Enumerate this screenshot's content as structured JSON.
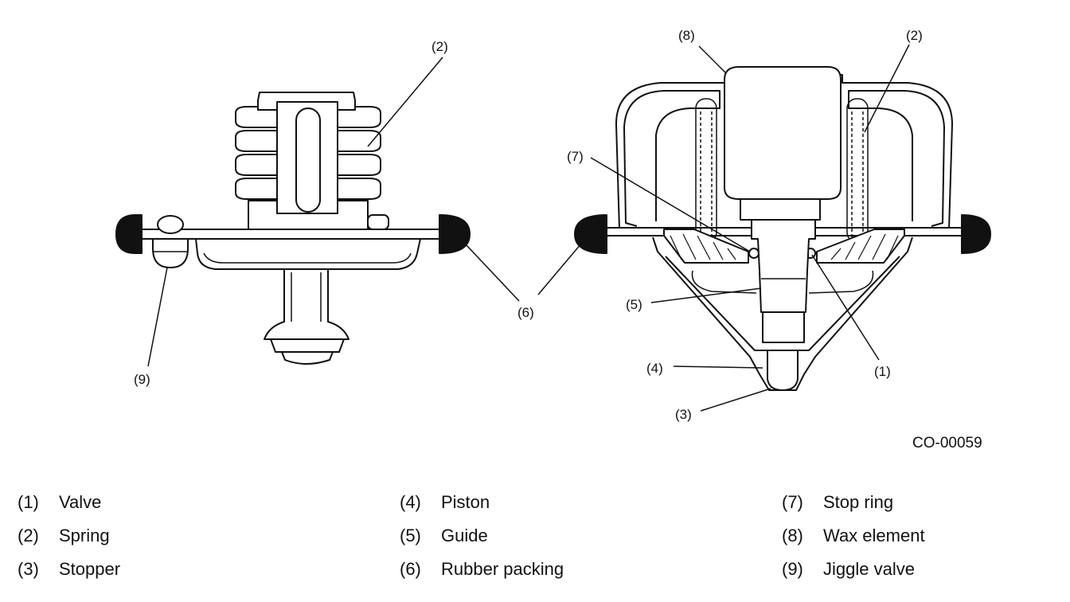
{
  "diagram": {
    "callouts": {
      "left_2": "(2)",
      "left_6": "(6)",
      "left_9": "(9)",
      "right_8": "(8)",
      "right_2": "(2)",
      "right_7": "(7)",
      "right_5": "(5)",
      "right_1": "(1)",
      "right_4": "(4)",
      "right_3": "(3)"
    },
    "figure_code": "CO-00059"
  },
  "legend": {
    "columns": [
      [
        {
          "num": "(1)",
          "text": "Valve"
        },
        {
          "num": "(2)",
          "text": "Spring"
        },
        {
          "num": "(3)",
          "text": "Stopper"
        }
      ],
      [
        {
          "num": "(4)",
          "text": "Piston"
        },
        {
          "num": "(5)",
          "text": "Guide"
        },
        {
          "num": "(6)",
          "text": "Rubber packing"
        }
      ],
      [
        {
          "num": "(7)",
          "text": "Stop ring"
        },
        {
          "num": "(8)",
          "text": "Wax element"
        },
        {
          "num": "(9)",
          "text": "Jiggle valve"
        }
      ]
    ]
  }
}
